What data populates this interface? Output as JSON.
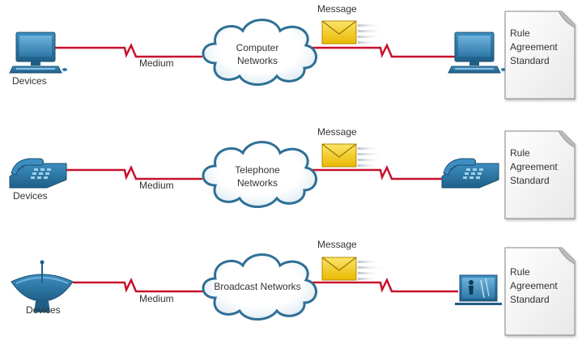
{
  "rows": [
    {
      "id": "computer",
      "device_label": "Devices",
      "medium_label": "Medium",
      "network_line1": "Computer",
      "network_line2": "Networks",
      "message_label": "Message",
      "doc_lines": [
        "Rule",
        "Agreement",
        "Standard"
      ],
      "device_icon": "computer-icon",
      "end_icon": "computer-icon"
    },
    {
      "id": "telephone",
      "device_label": "Devices",
      "medium_label": "Medium",
      "network_line1": "Telephone",
      "network_line2": "Networks",
      "message_label": "Message",
      "doc_lines": [
        "Rule",
        "Agreement",
        "Standard"
      ],
      "device_icon": "telephone-icon",
      "end_icon": "telephone-icon"
    },
    {
      "id": "broadcast",
      "device_label": "Devices",
      "medium_label": "Medium",
      "network_line1": "Broadcast Networks",
      "network_line2": "",
      "message_label": "Message",
      "doc_lines": [
        "Rule",
        "Agreement",
        "Standard"
      ],
      "device_icon": "satellite-dish-icon",
      "end_icon": "television-icon"
    }
  ],
  "colors": {
    "medium_line": "#c8102e",
    "cloud_stroke": "#2f6f95",
    "device_blue": "#2c7aa6",
    "envelope_fill": "#f3cf1f"
  }
}
